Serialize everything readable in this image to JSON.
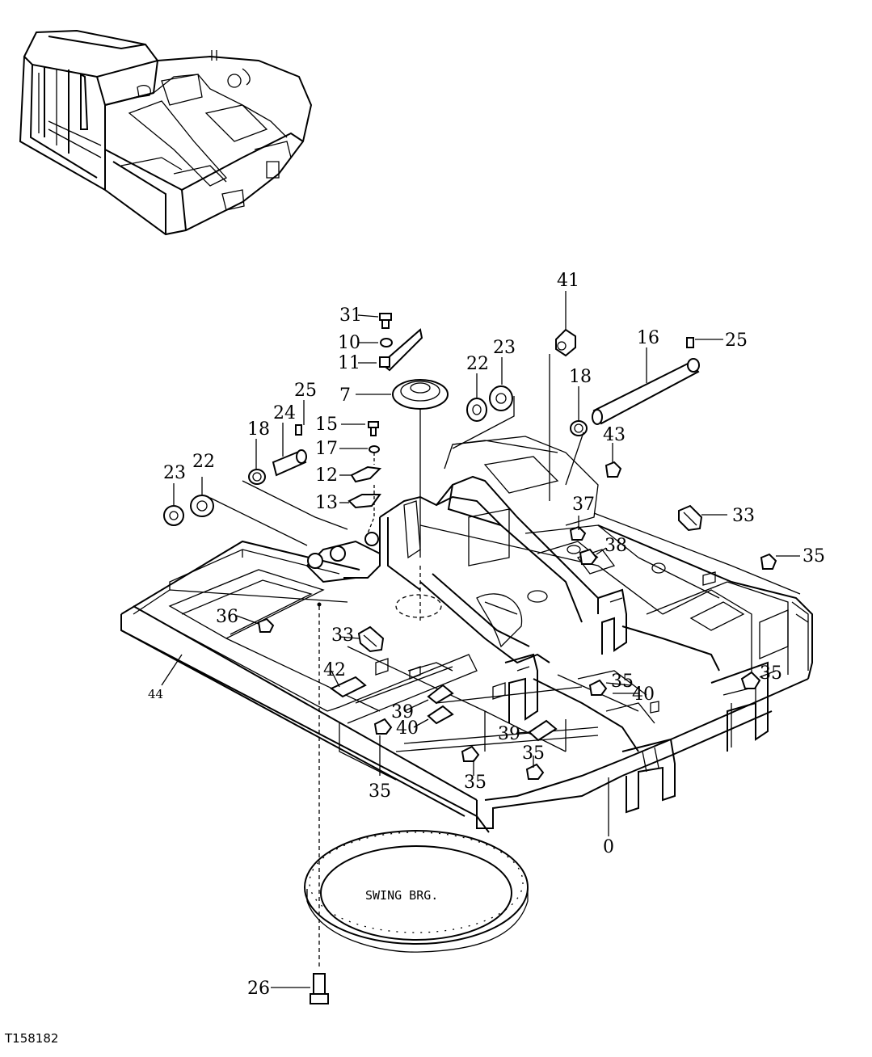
{
  "figure_id": "T158182",
  "swing_bearing_text": "SWING BRG.",
  "callouts": {
    "c0": "0",
    "c7": "7",
    "c10": "10",
    "c11": "11",
    "c12": "12",
    "c13": "13",
    "c15": "15",
    "c16": "16",
    "c17": "17",
    "c18a": "18",
    "c18b": "18",
    "c22a": "22",
    "c22b": "22",
    "c23a": "23",
    "c23b": "23",
    "c24": "24",
    "c25a": "25",
    "c25b": "25",
    "c26": "26",
    "c31": "31",
    "c33a": "33",
    "c33b": "33",
    "c35a": "35",
    "c35b": "35",
    "c35c": "35",
    "c35d": "35",
    "c35e": "35",
    "c35f": "35",
    "c36": "36",
    "c37": "37",
    "c38": "38",
    "c39a": "39",
    "c39b": "39",
    "c40a": "40",
    "c40b": "40",
    "c41": "41",
    "c42": "42",
    "c43": "43",
    "c44": "44"
  }
}
